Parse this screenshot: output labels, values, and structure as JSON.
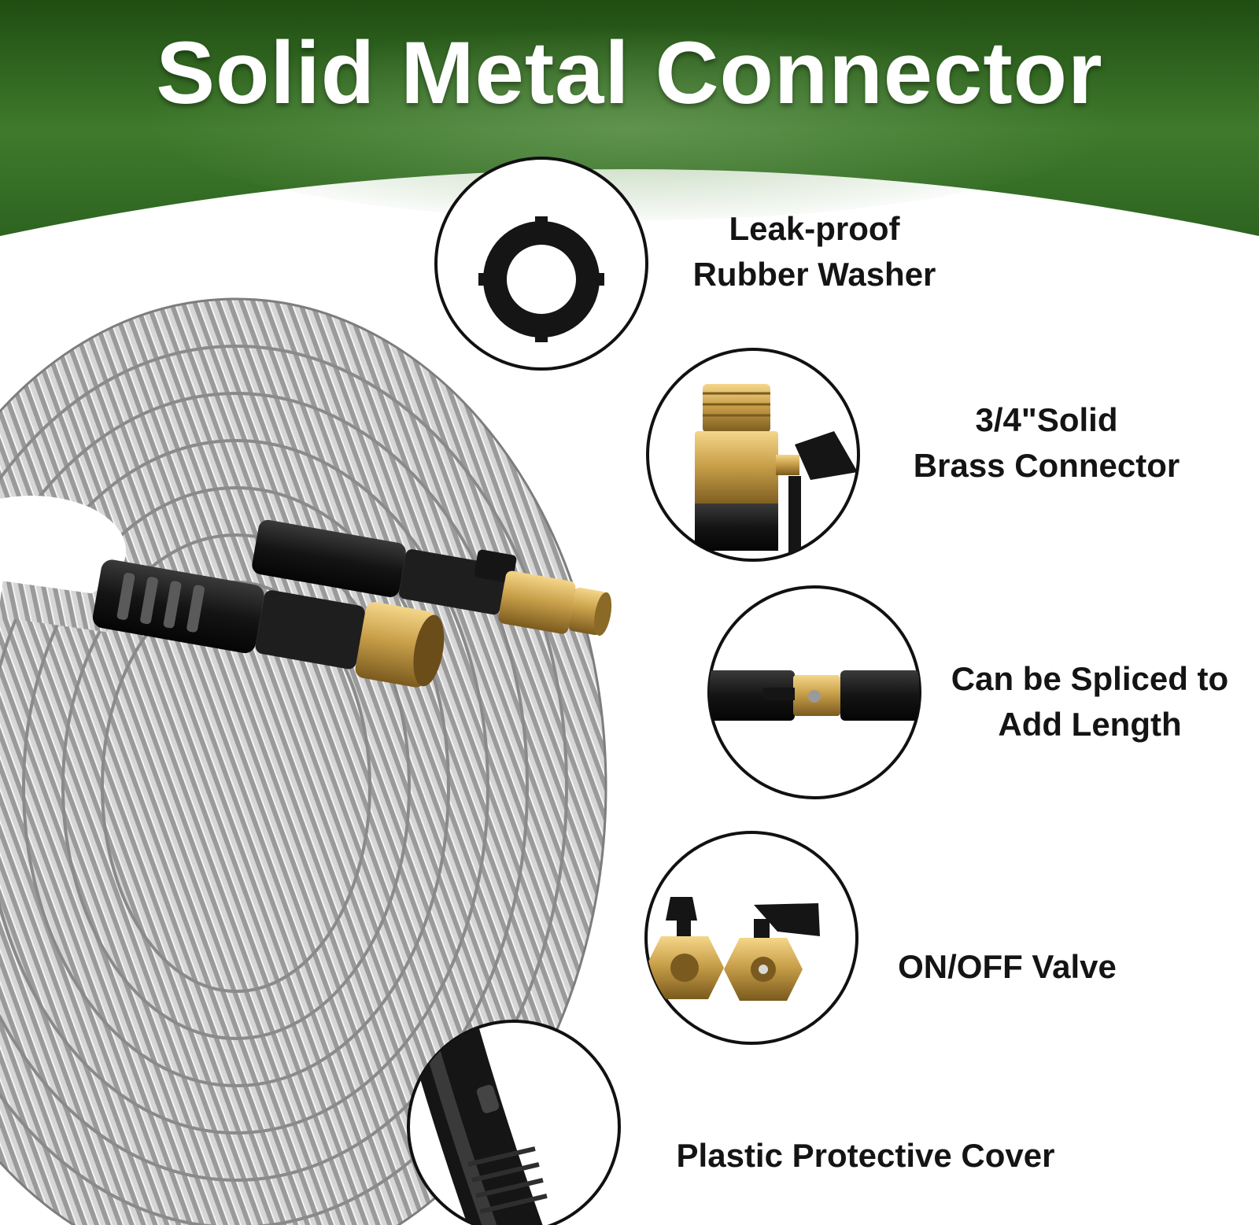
{
  "banner": {
    "title": "Solid Metal Connector",
    "color_top": "#1f4d12",
    "color_mid": "#3f7a2c"
  },
  "features": [
    {
      "id": "washer",
      "lines": [
        "Leak-proof",
        "Rubber Washer"
      ],
      "icon": "rubber-washer-icon"
    },
    {
      "id": "brass",
      "lines": [
        "3/4\"Solid",
        "Brass Connector"
      ],
      "icon": "brass-connector-icon"
    },
    {
      "id": "splice",
      "lines": [
        "Can be Spliced to",
        "Add Length"
      ],
      "icon": "splice-connector-icon"
    },
    {
      "id": "valve",
      "lines": [
        "ON/OFF Valve"
      ],
      "icon": "on-off-valve-icon"
    },
    {
      "id": "cover",
      "lines": [
        "Plastic Protective Cover"
      ],
      "icon": "protective-cover-icon"
    }
  ],
  "colors": {
    "brass": "#c9a04a",
    "hose_metal": "#c8c8c8",
    "black_fitting": "#141414"
  }
}
